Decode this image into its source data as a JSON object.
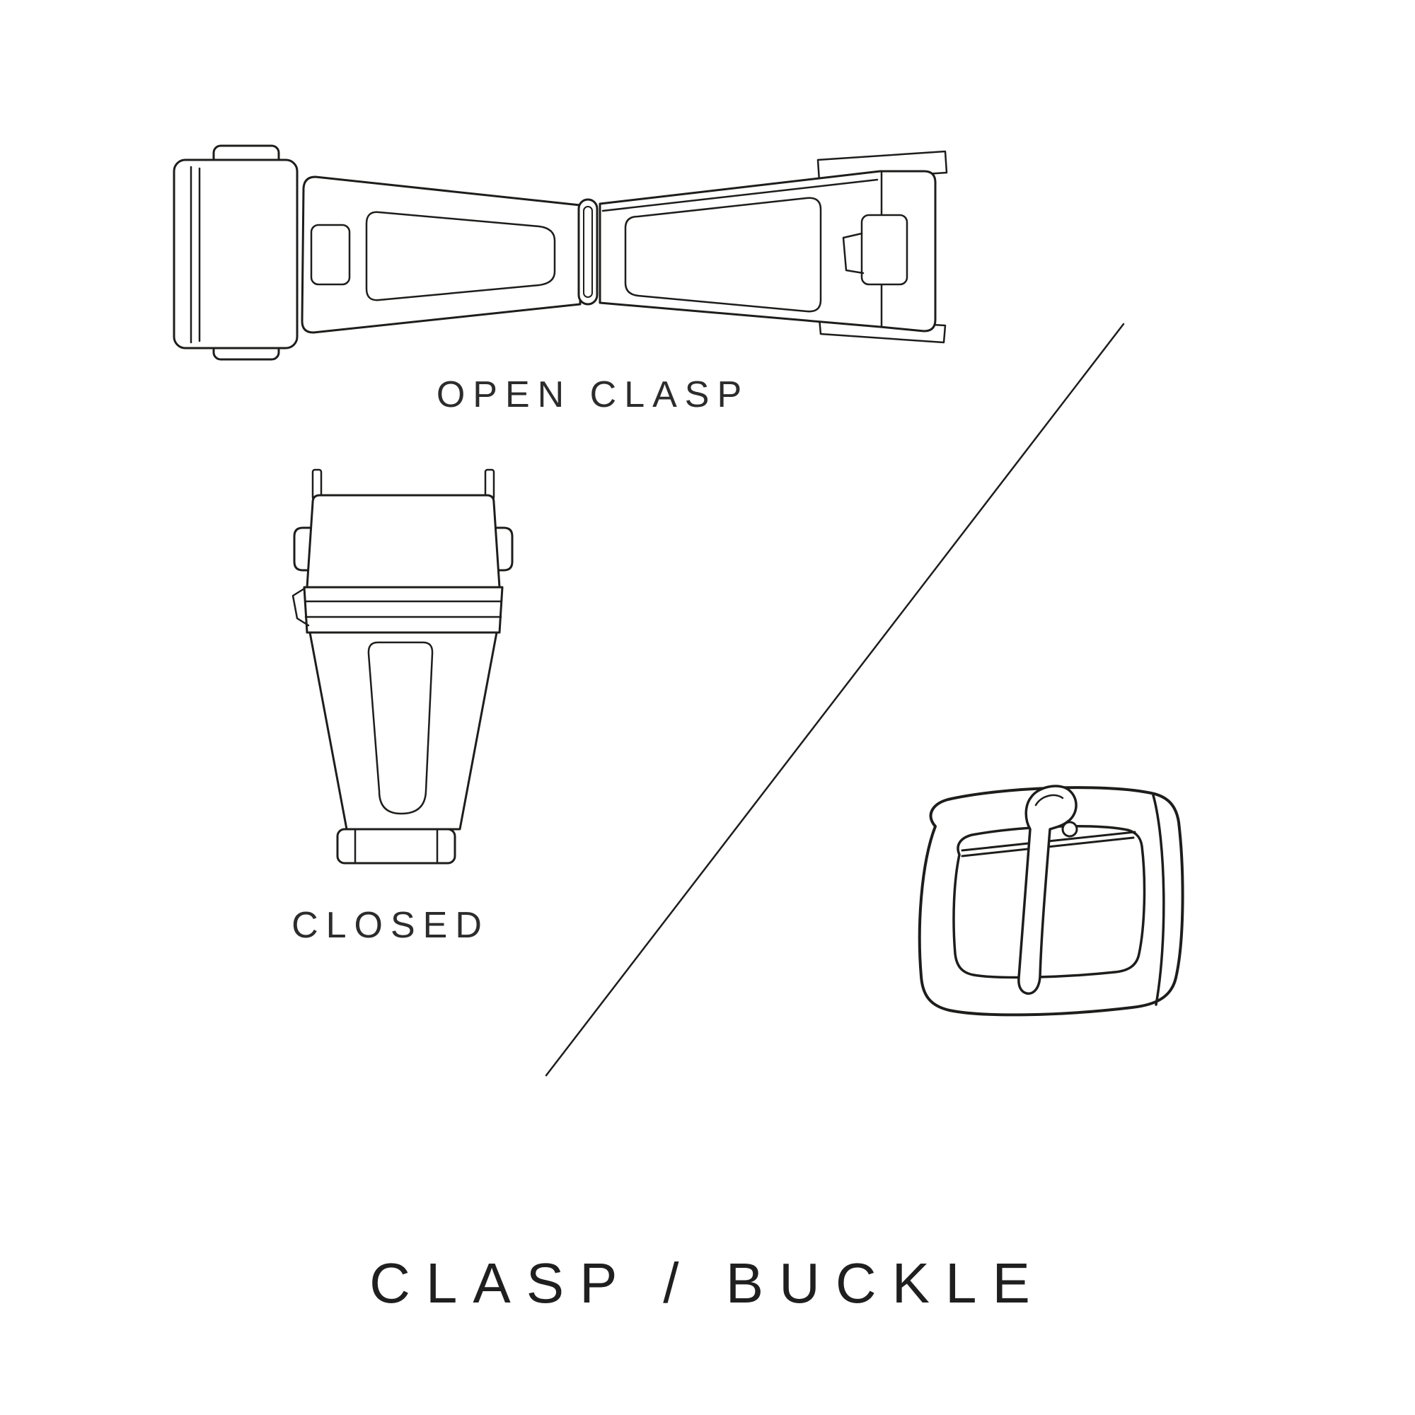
{
  "page": {
    "background_color": "#ffffff",
    "line_color": "#1d1d1b",
    "text_color": "#2c2c2c"
  },
  "labels": {
    "open_clasp": "OPEN CLASP",
    "closed": "CLOSED",
    "title": "CLASP / BUCKLE"
  },
  "figures": {
    "open_clasp": "open deployant clasp line drawing, unfolded top view",
    "closed_clasp": "closed clasp line drawing, top view",
    "tang_buckle": "tang buckle line drawing, perspective view",
    "divider": "diagonal divider line"
  }
}
